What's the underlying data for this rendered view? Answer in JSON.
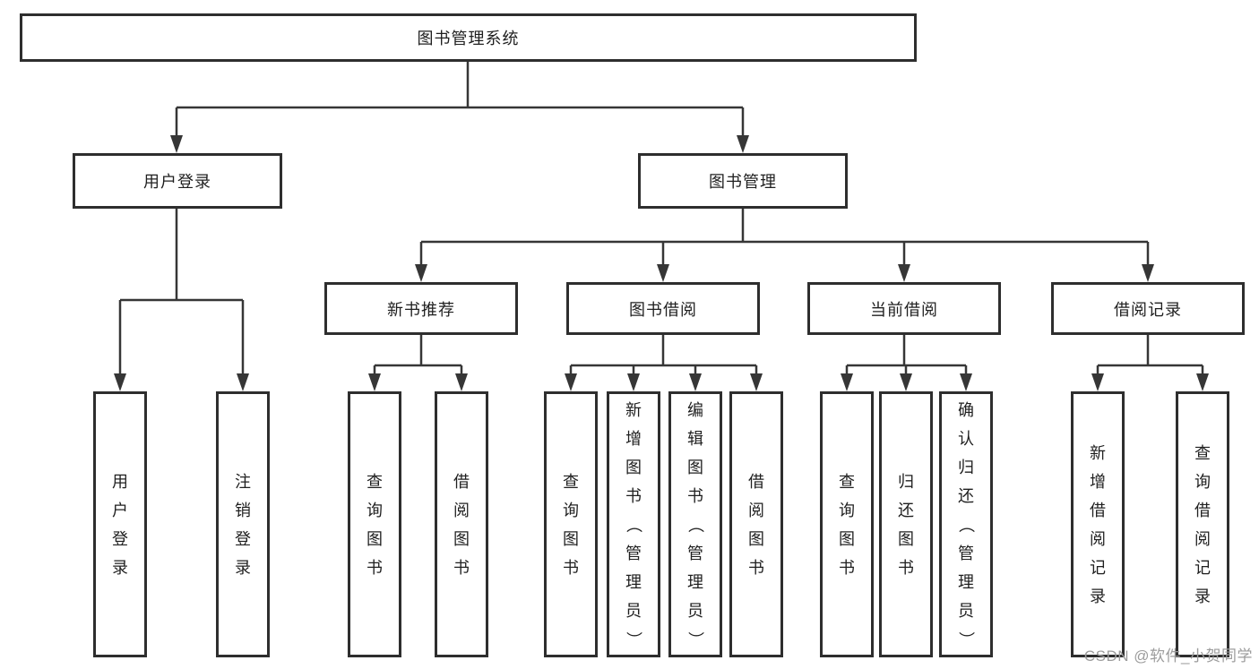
{
  "diagram": {
    "title_hint": "library management system feature tree",
    "root": {
      "label": "图书管理系统"
    },
    "branches": [
      {
        "label": "用户登录",
        "children": [
          {
            "label": "用户登录"
          },
          {
            "label": "注销登录"
          }
        ]
      },
      {
        "label": "图书管理",
        "children": [
          {
            "label": "新书推荐",
            "children": [
              {
                "label": "查询图书"
              },
              {
                "label": "借阅图书"
              }
            ]
          },
          {
            "label": "图书借阅",
            "children": [
              {
                "label": "查询图书"
              },
              {
                "label": "新增图书（管理员）"
              },
              {
                "label": "编辑图书（管理员）"
              },
              {
                "label": "借阅图书"
              }
            ]
          },
          {
            "label": "当前借阅",
            "children": [
              {
                "label": "查询图书"
              },
              {
                "label": "归还图书"
              },
              {
                "label": "确认归还（管理员）"
              }
            ]
          },
          {
            "label": "借阅记录",
            "children": [
              {
                "label": "新增借阅记录"
              },
              {
                "label": "查询借阅记录"
              }
            ]
          }
        ]
      }
    ]
  },
  "watermark": {
    "text": "CSDN @软件_小贺同学"
  },
  "colors": {
    "background": "#ffffff",
    "line": "#363636",
    "box_border": "#2e2e2e",
    "text": "#1f1f1f",
    "watermark": "#9c9c9c"
  }
}
